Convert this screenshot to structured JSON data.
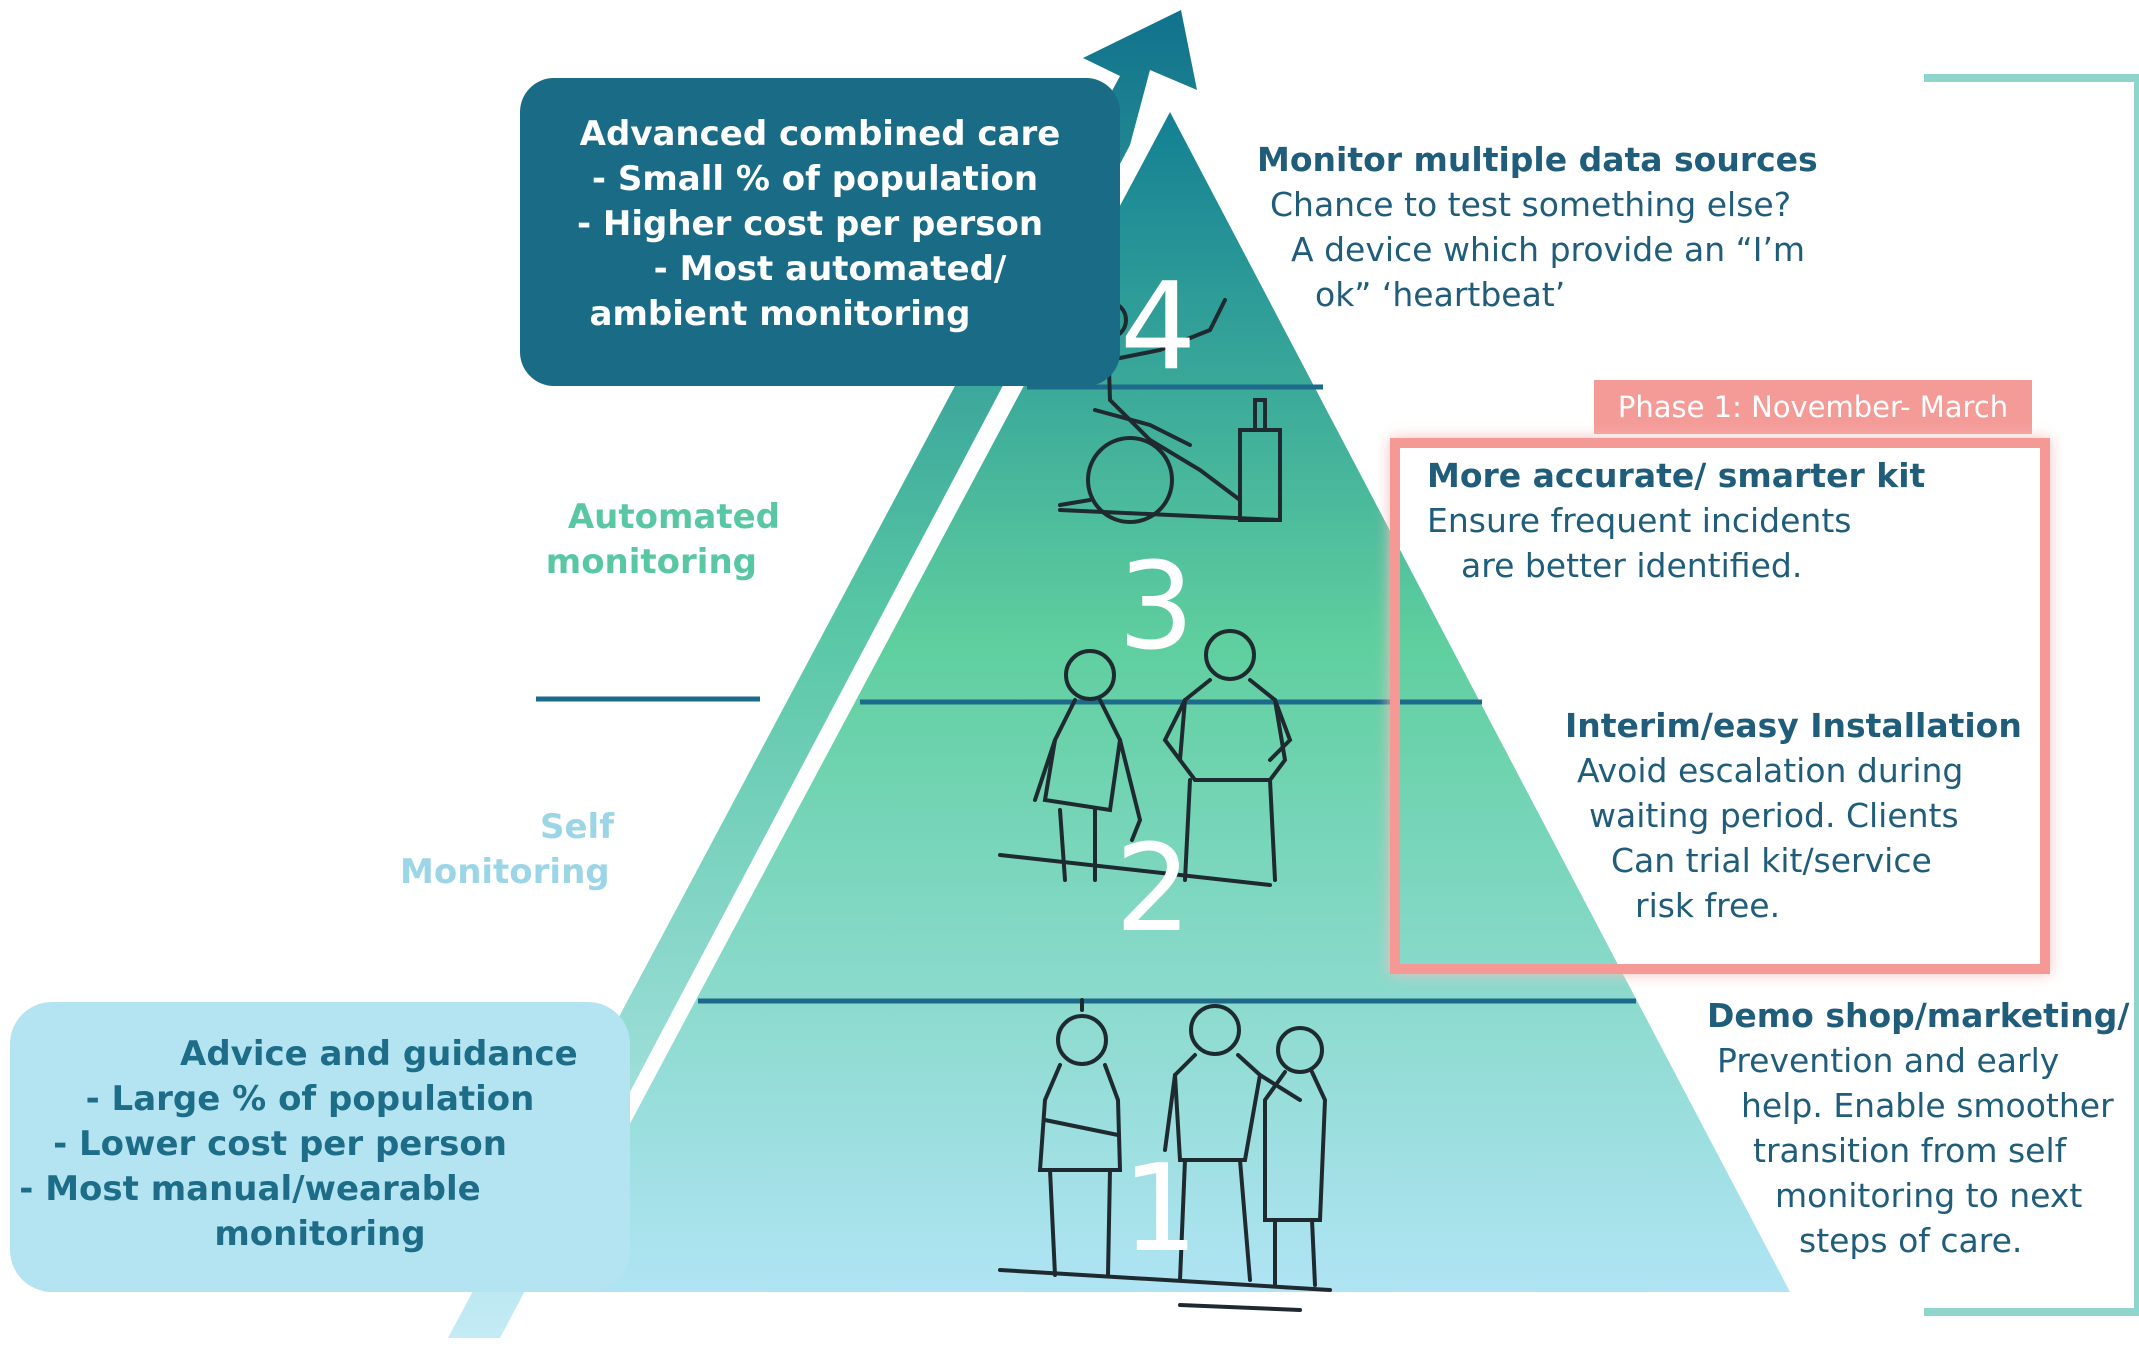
{
  "colors": {
    "pyramid_top": "#138093",
    "pyramid_mid": "#5fcf9f",
    "pyramid_bottom": "#b0e4f4",
    "dark_box": "#1a6b86",
    "light_box": "#b4e4f1",
    "phase_highlight": "#f59996",
    "bracket": "#8fd5cb"
  },
  "levels": [
    "1",
    "2",
    "3",
    "4"
  ],
  "top_box": {
    "title": "Advanced combined care",
    "lines": [
      "- Small % of population",
      "- Higher cost per person",
      "- Most automated/",
      "ambient monitoring"
    ]
  },
  "bottom_box": {
    "title": "Advice and guidance",
    "lines": [
      "- Large % of population",
      "- Lower cost per person",
      "- Most manual/wearable",
      "monitoring"
    ]
  },
  "mid_labels": {
    "automated": [
      "Automated",
      "monitoring"
    ],
    "self": [
      "Self",
      "Monitoring"
    ]
  },
  "level4_text": {
    "title": "Monitor multiple data sources",
    "lines": [
      "Chance to test something else?",
      "A device which provide an “I’m",
      "ok” ‘heartbeat’"
    ]
  },
  "phase": {
    "label": "Phase 1: November- March",
    "level3": {
      "title": "More accurate/ smarter kit",
      "lines": [
        "Ensure frequent incidents",
        "are better identified."
      ]
    },
    "level2": {
      "title": "Interim/easy Installation",
      "lines": [
        "Avoid escalation during",
        "waiting period. Clients",
        "Can trial kit/service",
        "risk free."
      ]
    }
  },
  "level1_text": {
    "title": "Demo shop/marketing/",
    "lines": [
      "Prevention and early",
      "help. Enable smoother",
      "transition from self",
      "monitoring to next",
      "steps of care."
    ]
  }
}
